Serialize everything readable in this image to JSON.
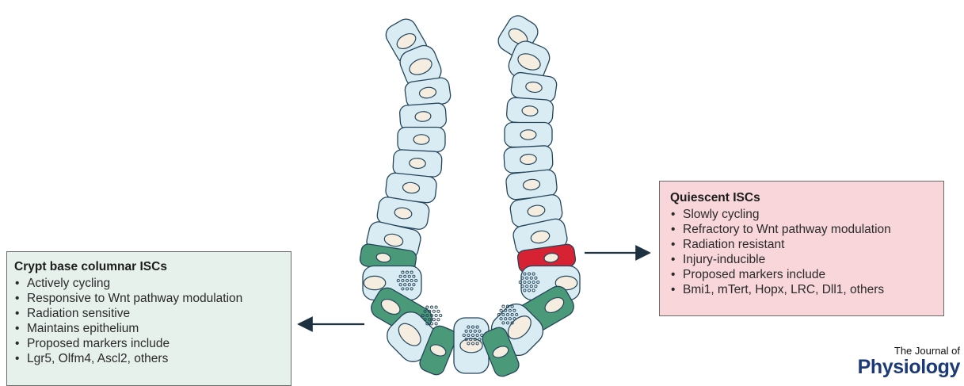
{
  "crypt_base_columnar": {
    "title": "Crypt base columnar ISCs",
    "items": [
      "Actively cycling",
      "Responsive to Wnt pathway modulation",
      "Radiation sensitive",
      "Maintains epithelium",
      "Proposed markers include",
      "Lgr5, Olfm4, Ascl2, others"
    ]
  },
  "quiescent": {
    "title": "Quiescent ISCs",
    "items": [
      "Slowly cycling",
      "Refractory to Wnt pathway modulation",
      "Radiation resistant",
      "Injury-inducible",
      "Proposed markers include",
      "Bmi1, mTert, Hopx, LRC, Dll1, others"
    ]
  },
  "journal": {
    "line1": "The Journal of",
    "line2": "Physiology"
  },
  "colors": {
    "generic_cell": "#d9ecf4",
    "cell_outline": "#24455a",
    "nucleus": "#f4ede0",
    "cbc_cell": "#4a9a7a",
    "quiescent_cell": "#d62232",
    "cbc_box_fill": "#e6f1ec",
    "quiescent_box_fill": "#f8d6da",
    "arrow": "#1e3140",
    "journal_blue": "#1d3a78"
  }
}
